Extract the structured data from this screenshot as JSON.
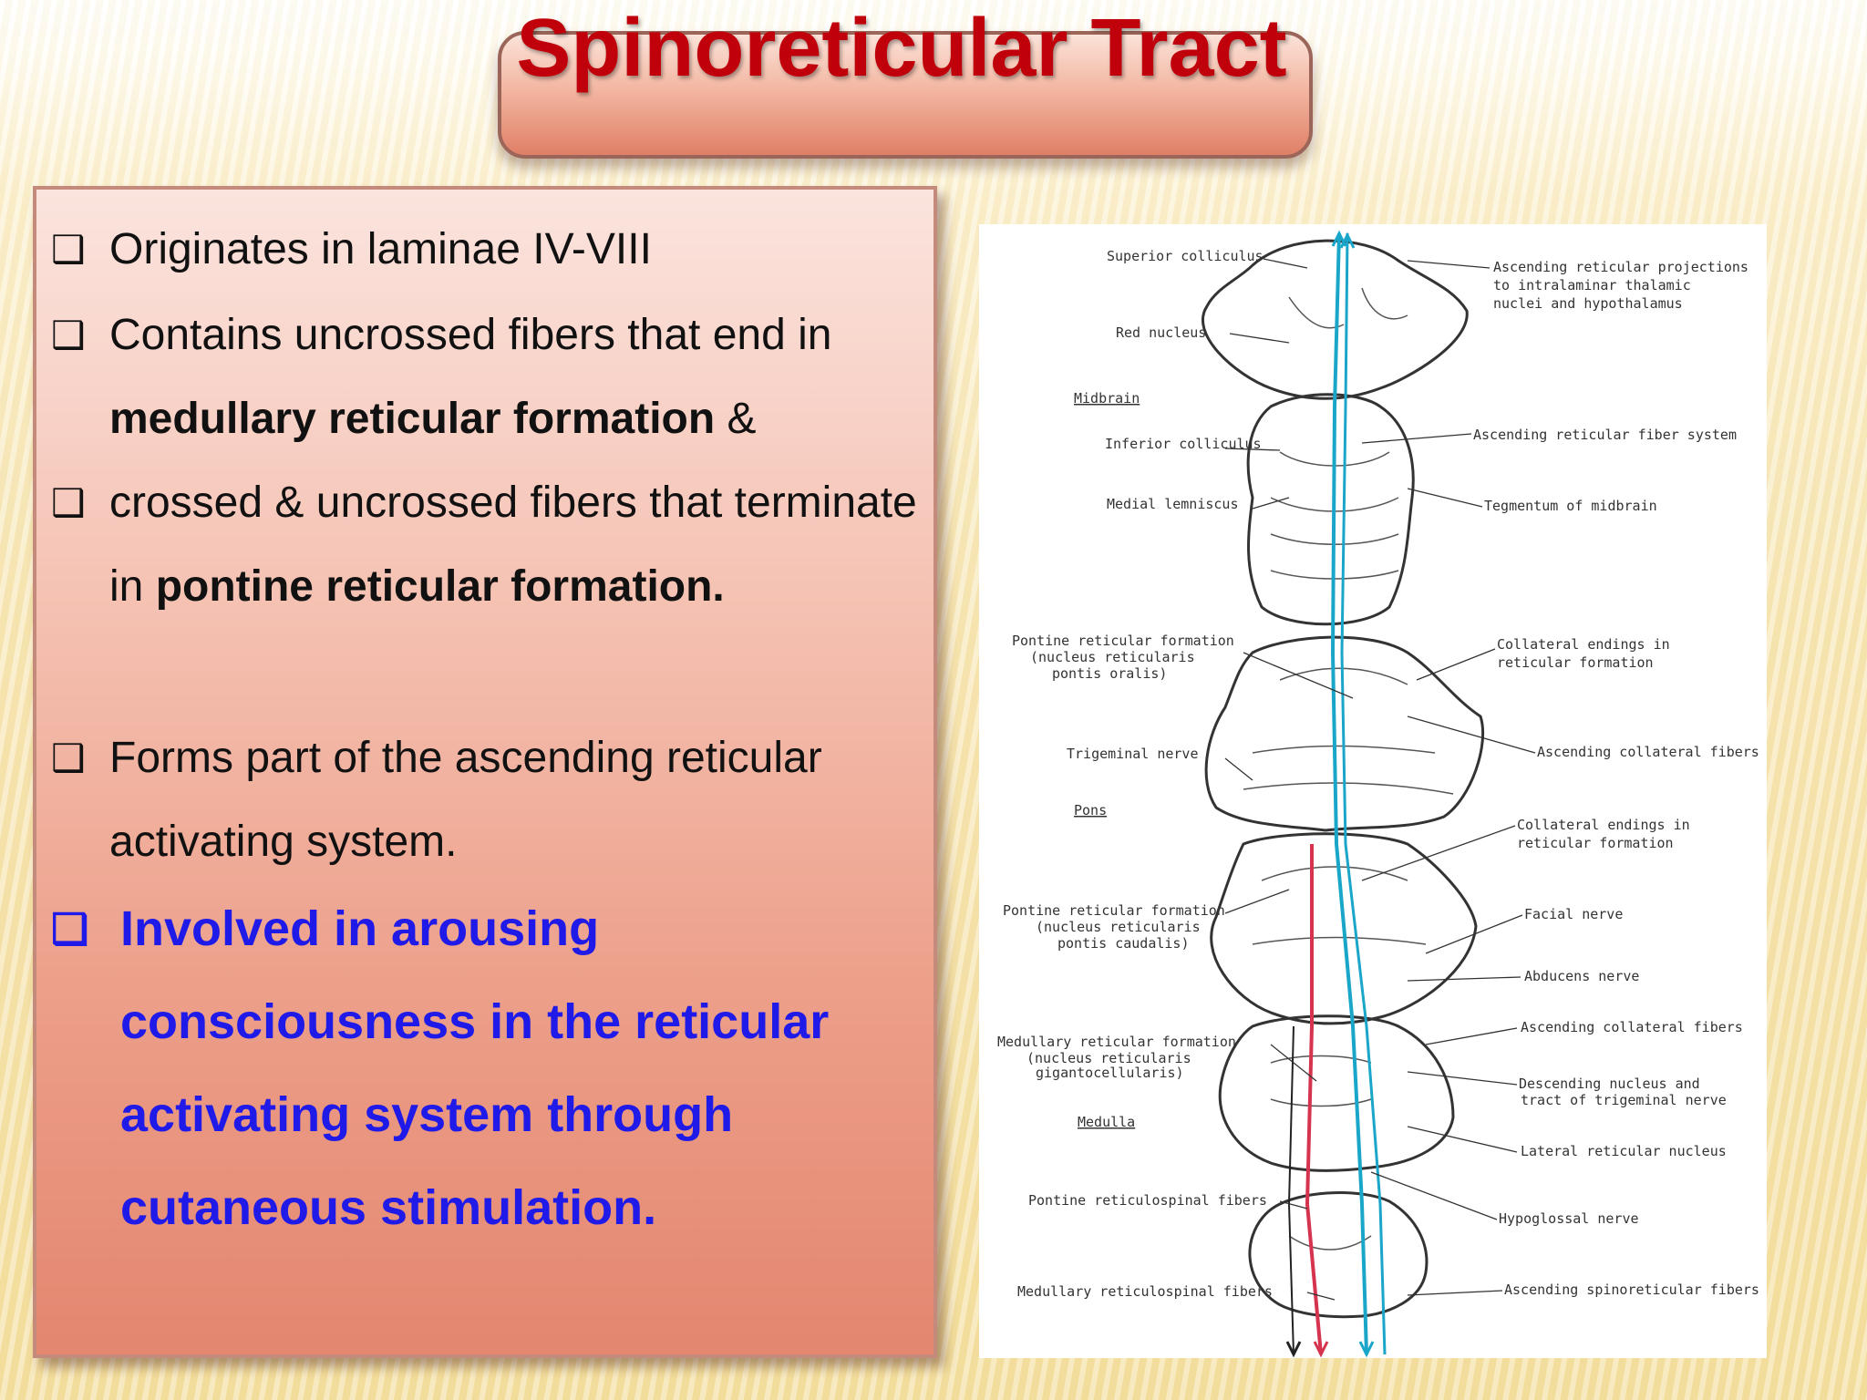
{
  "slide": {
    "title": "Spinoreticular Tract"
  },
  "bullets": [
    {
      "parts": [
        {
          "text": "Originates in laminae IV-VIII",
          "bold": false
        }
      ]
    },
    {
      "parts": [
        {
          "text": "Contains uncrossed fibers that end in ",
          "bold": false
        },
        {
          "text": "medullary reticular formation",
          "bold": true
        },
        {
          "text": " &",
          "bold": false
        }
      ]
    },
    {
      "parts": [
        {
          "text": "crossed & uncrossed fibers that terminate in ",
          "bold": false
        },
        {
          "text": "pontine reticular formation.",
          "bold": true
        }
      ]
    },
    {
      "parts": [
        {
          "text": "Forms part of the ascending reticular activating system.",
          "bold": false
        }
      ]
    },
    {
      "parts": [
        {
          "text": "Involved in arousing consciousness in the reticular activating system through cutaneous stimulation.",
          "bold": true
        }
      ],
      "color": "#1f1ae8"
    }
  ],
  "figure": {
    "left_labels": [
      "Superior colliculus",
      "Red nucleus",
      "Midbrain",
      "Inferior colliculus",
      "Medial lemniscus",
      "Pontine reticular formation",
      "(nucleus reticularis",
      "pontis oralis)",
      "Trigeminal nerve",
      "Pons",
      "Pontine reticular formation",
      "(nucleus reticularis",
      "pontis caudalis)",
      "Medullary reticular formation",
      "(nucleus reticularis",
      "gigantocellularis)",
      "Medulla",
      "Pontine reticulospinal fibers",
      "Medullary reticulospinal fibers"
    ],
    "right_labels": [
      "Ascending reticular projections",
      "to intralaminar thalamic",
      "nuclei and hypothalamus",
      "Ascending reticular fiber system",
      "Tegmentum of midbrain",
      "Collateral endings in",
      "reticular formation",
      "Ascending collateral fibers",
      "Collateral endings in",
      "reticular formation",
      "Facial nerve",
      "Abducens nerve",
      "Ascending collateral fibers",
      "Descending nucleus and",
      "tract of trigeminal nerve",
      "Lateral reticular nucleus",
      "Hypoglossal nerve",
      "Ascending spinoreticular fibers"
    ],
    "colors": {
      "ascending": "#1aa6c9",
      "descending": "#d6334f",
      "outline": "#333333"
    }
  },
  "colors": {
    "title": "#c0000b",
    "emphasis": "#1f1ae8"
  }
}
